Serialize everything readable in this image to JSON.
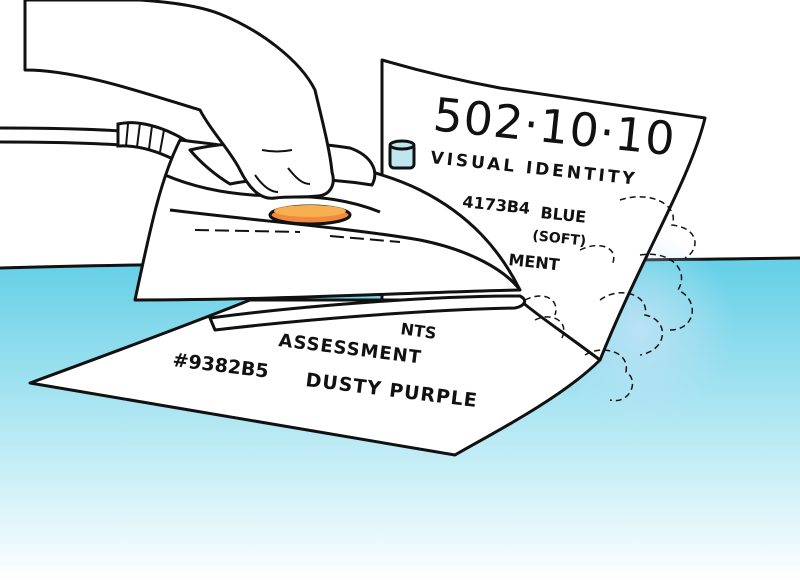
{
  "document": {
    "number": "502·10·10",
    "section_title": "VISUAL IDENTITY",
    "color_line_1": {
      "hex": "4173B4",
      "name": "BLUE",
      "qualifier": "(SOFT)"
    },
    "partial_word_upper": "MENT",
    "partial_word_lower": "NTS",
    "assessment_label": "ASSESSMENT",
    "color_line_2": {
      "hex": "#9382B5",
      "name": "DUSTY PURPLE"
    }
  },
  "colors": {
    "board_top": "#63cfe6",
    "board_bottom": "#ffffff",
    "button_outer": "#f08a3c",
    "button_inner": "#f6b04f",
    "knob": "#bfe6ee",
    "steam_glow": "#bfe3f5",
    "outline": "#111111",
    "paper": "#ffffff"
  },
  "icons": {
    "hand": "hand-icon",
    "iron": "steam-iron-icon",
    "steam": "steam-cloud-icon"
  }
}
